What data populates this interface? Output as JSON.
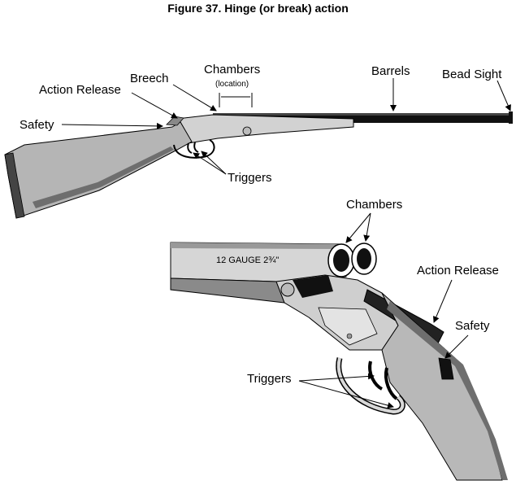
{
  "figure": {
    "title": "Figure 37. Hinge (or break) action"
  },
  "top_view": {
    "labels": {
      "safety": "Safety",
      "action_release": "Action Release",
      "breech": "Breech",
      "chambers": "Chambers",
      "chambers_note": "(location)",
      "barrels": "Barrels",
      "bead_sight": "Bead Sight",
      "triggers": "Triggers"
    }
  },
  "detail_view": {
    "labels": {
      "chambers": "Chambers",
      "action_release": "Action Release",
      "safety": "Safety",
      "triggers": "Triggers"
    },
    "barrel_marking": "12 GAUGE 2¾\""
  },
  "colors": {
    "stock": "#b5b5b5",
    "stock_shade": "#6e6e6e",
    "barrel": "#111111",
    "receiver": "#d4d4d4",
    "line": "#000000"
  }
}
